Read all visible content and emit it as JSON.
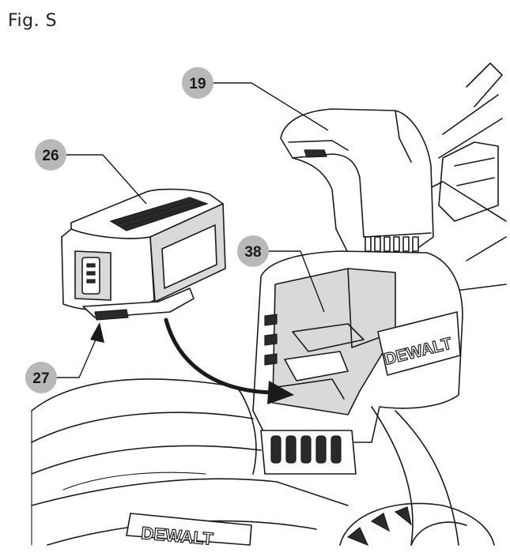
{
  "figure": {
    "title": "Fig. S"
  },
  "callouts": [
    {
      "id": "c19",
      "number": "19",
      "part": "battery-compartment-lid"
    },
    {
      "id": "c26",
      "number": "26",
      "part": "battery-pack"
    },
    {
      "id": "c38",
      "number": "38",
      "part": "battery-compartment"
    },
    {
      "id": "c27",
      "number": "27",
      "part": "battery-release-button"
    }
  ],
  "brand_labels": {
    "compartment_logo": "DEWALT",
    "deck_logo": "DEWALT"
  },
  "colors": {
    "callout_fill": "#b8b8b8",
    "line": "#1a1a1a",
    "panel_grey": "#d9d9d9"
  }
}
